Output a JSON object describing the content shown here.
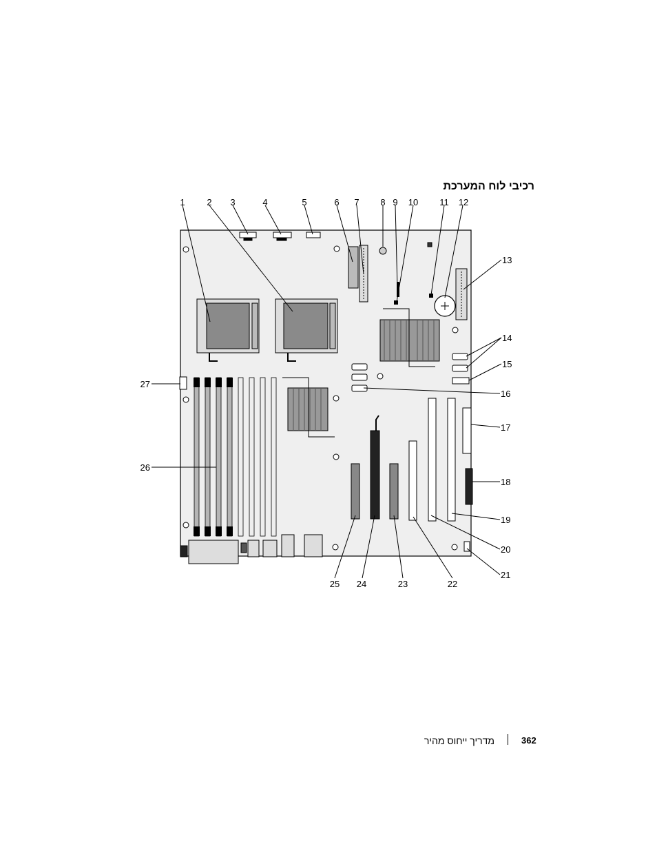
{
  "page": {
    "heading": "רכיבי לוח המערכת",
    "footer_title": "מדריך ייחוס מהיר",
    "page_number": "362"
  },
  "callouts": [
    "1",
    "2",
    "3",
    "4",
    "5",
    "6",
    "7",
    "8",
    "9",
    "10",
    "11",
    "12",
    "13",
    "14",
    "15",
    "16",
    "17",
    "18",
    "19",
    "20",
    "21",
    "22",
    "23",
    "24",
    "25",
    "26",
    "27"
  ]
}
